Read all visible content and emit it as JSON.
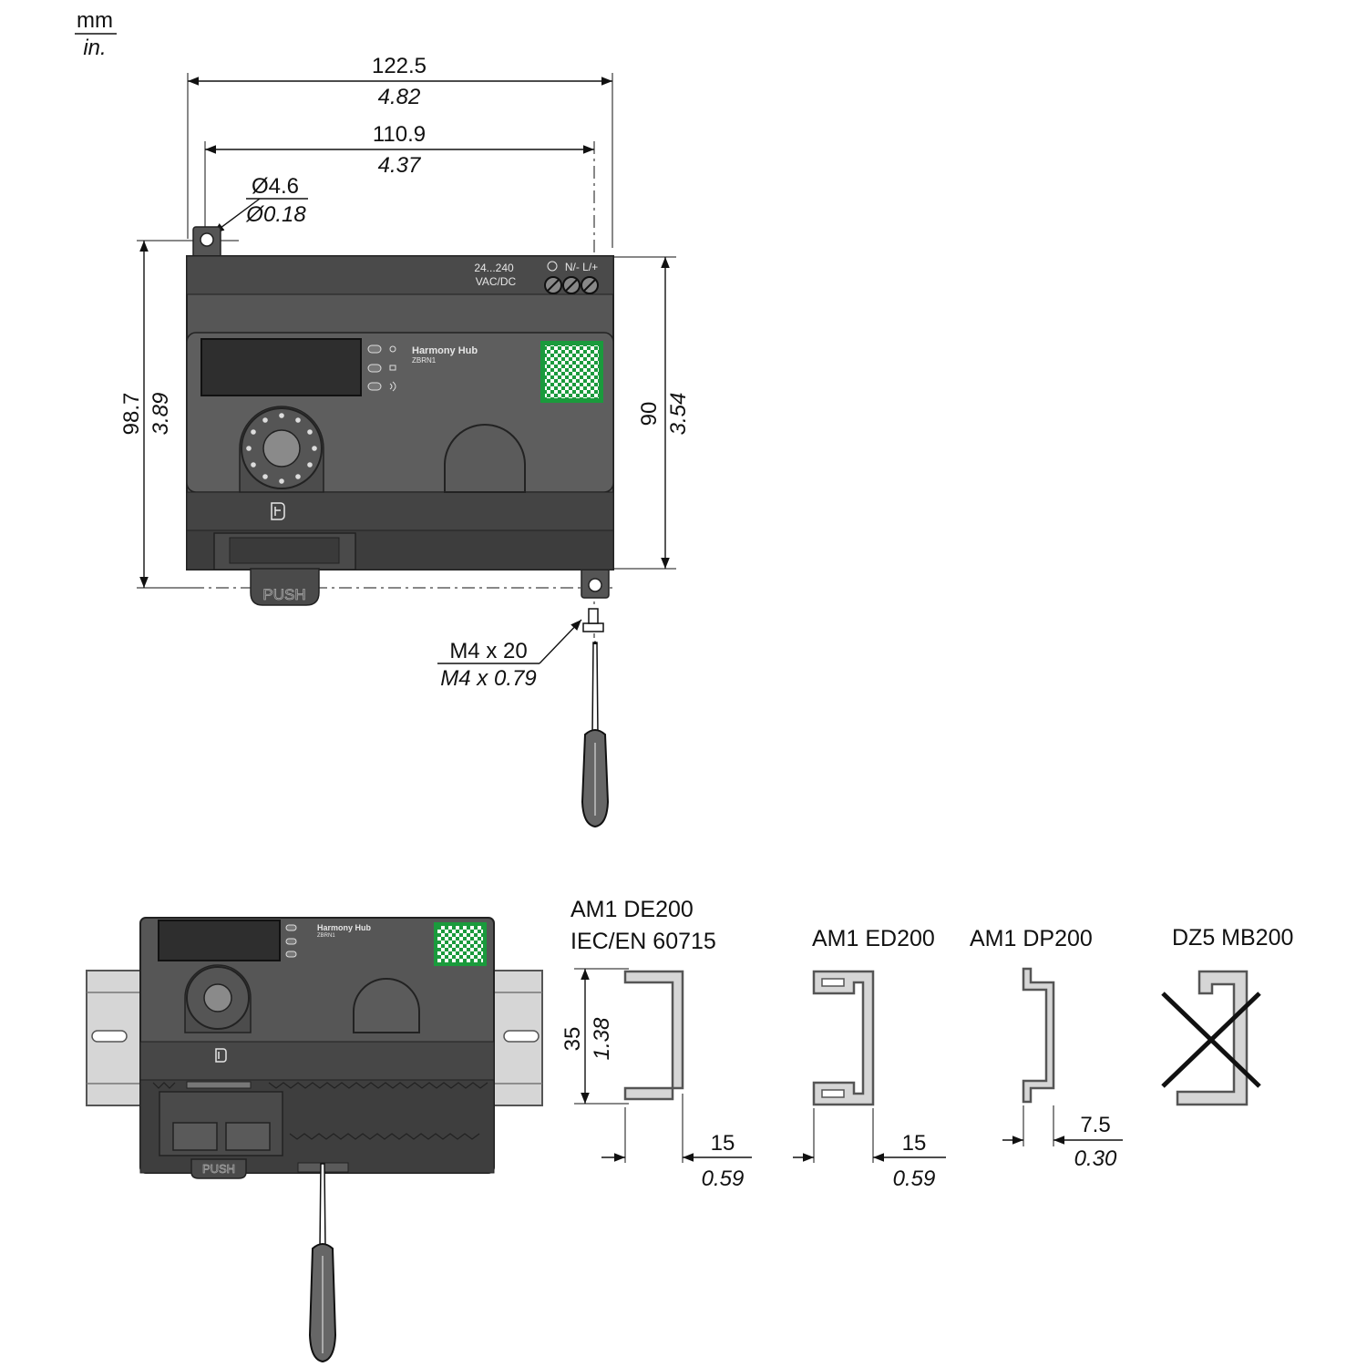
{
  "units": {
    "primary": "mm",
    "secondary": "in."
  },
  "colors": {
    "device_body": "#555555",
    "device_dark": "#3d3d3d",
    "qr_green": "#1a9a3c",
    "rail_fill": "#d6d6d6"
  },
  "top_view": {
    "width_overall": {
      "mm": "122.5",
      "in": "4.82"
    },
    "hole_spacing": {
      "mm": "110.9",
      "in": "4.37"
    },
    "hole_diameter": {
      "mm": "Ø4.6",
      "in": "Ø0.18"
    },
    "height_overall": {
      "mm": "98.7",
      "in": "3.89"
    },
    "height_body": {
      "mm": "90",
      "in": "3.54"
    },
    "screw": {
      "mm": "M4 x 20",
      "in": "M4 x 0.79"
    }
  },
  "device": {
    "voltage_line1": "24...240",
    "voltage_line2": "VAC/DC",
    "terminals": "N/- L/+",
    "name": "Harmony Hub",
    "model": "ZBRN1",
    "push_label": "PUSH"
  },
  "rails": [
    {
      "name": "AM1 DE200",
      "standard": "IEC/EN 60715",
      "height_mm": "35",
      "height_in": "1.38",
      "depth_mm": "15",
      "depth_in": "0.59"
    },
    {
      "name": "AM1 ED200",
      "depth_mm": "15",
      "depth_in": "0.59"
    },
    {
      "name": "AM1 DP200",
      "depth_mm": "7.5",
      "depth_in": "0.30"
    },
    {
      "name": "DZ5 MB200"
    }
  ]
}
